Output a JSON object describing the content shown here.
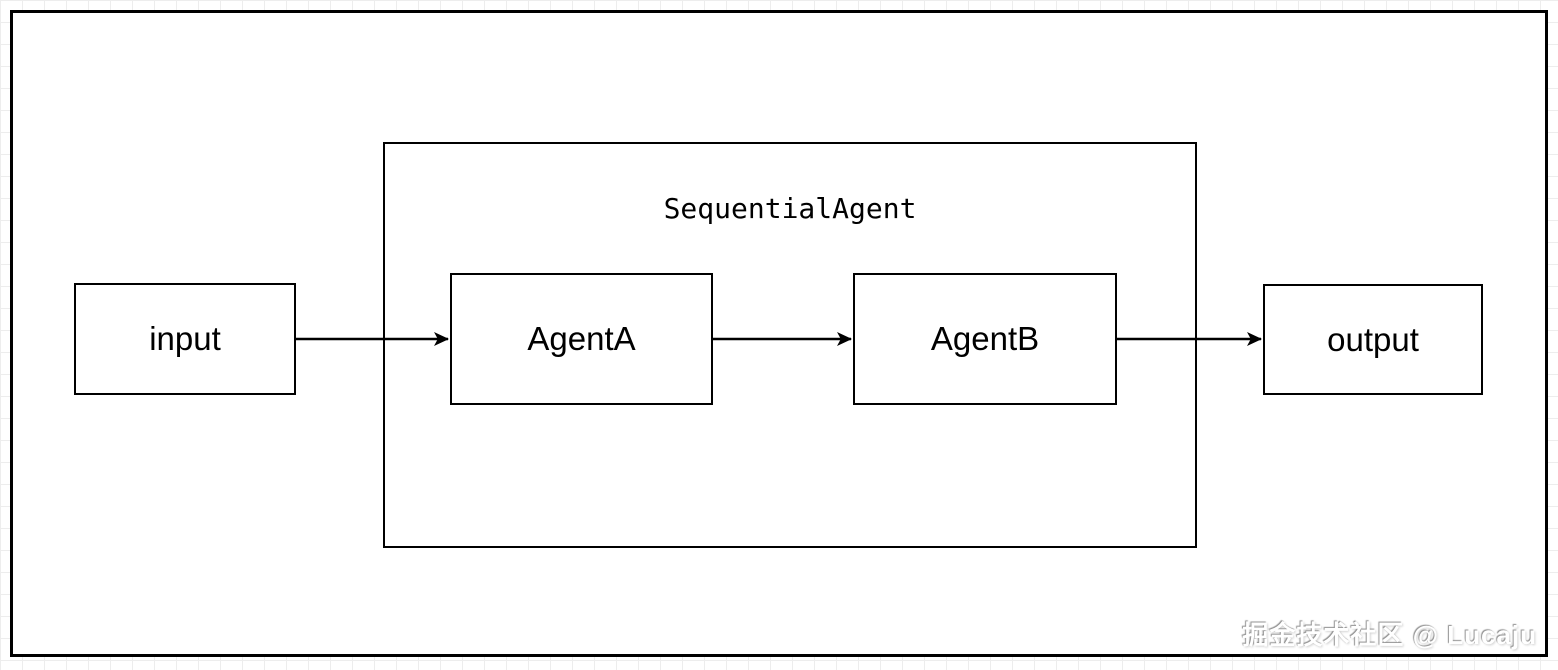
{
  "diagram": {
    "group": {
      "label": "SequentialAgent"
    },
    "nodes": [
      {
        "id": "input",
        "label": "input"
      },
      {
        "id": "agent_a",
        "label": "AgentA"
      },
      {
        "id": "agent_b",
        "label": "AgentB"
      },
      {
        "id": "output",
        "label": "output"
      }
    ],
    "edges": [
      {
        "from": "input",
        "to": "AgentA"
      },
      {
        "from": "AgentA",
        "to": "AgentB"
      },
      {
        "from": "AgentB",
        "to": "output"
      }
    ]
  },
  "watermark": {
    "text": "掘金技术社区 @ Lucaju"
  },
  "colors": {
    "stroke": "#000000",
    "background": "#ffffff",
    "grid_line": "#ededed",
    "watermark_fill": "#ffffff",
    "watermark_shadow": "#8f8f8f"
  }
}
